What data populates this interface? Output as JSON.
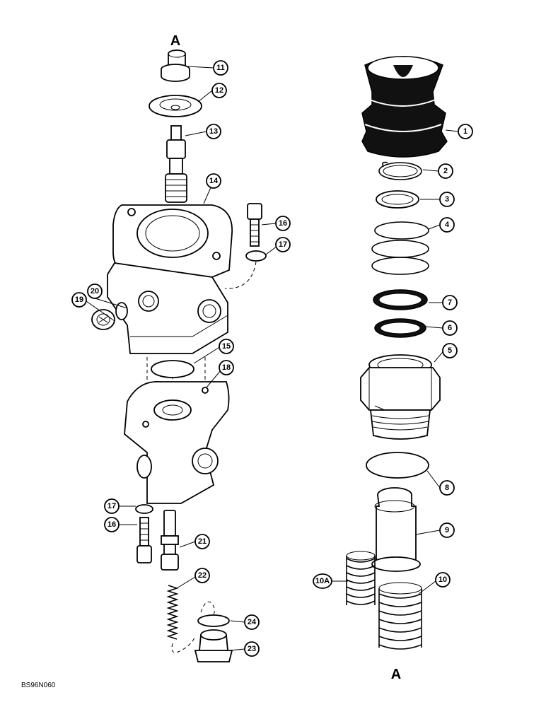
{
  "reference_letters": {
    "top": "A",
    "bottom": "A"
  },
  "figure_code": "BS96N060",
  "callouts": {
    "c1": "1",
    "c2": "2",
    "c3": "3",
    "c4": "4",
    "c5": "5",
    "c6": "6",
    "c7": "7",
    "c8": "8",
    "c9": "9",
    "c10": "10",
    "c10a": "10A",
    "c11": "11",
    "c12": "12",
    "c13": "13",
    "c14": "14",
    "c15": "15",
    "c16a": "16",
    "c16b": "16",
    "c17a": "17",
    "c17b": "17",
    "c18": "18",
    "c19": "19",
    "c20": "20",
    "c21": "21",
    "c22": "22",
    "c23": "23",
    "c24": "24"
  }
}
